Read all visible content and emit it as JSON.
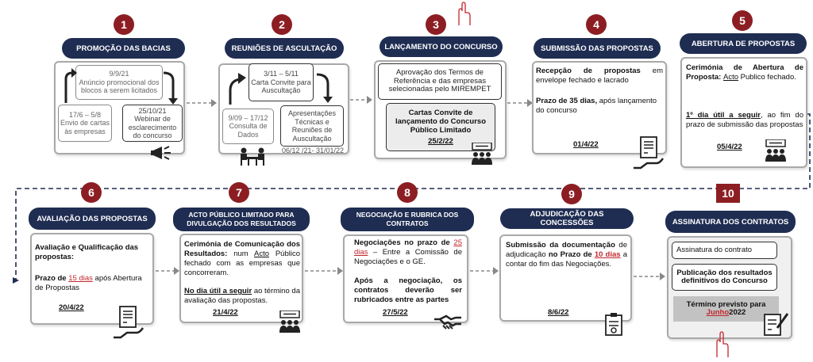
{
  "stages": [
    {
      "num": "1",
      "title": "PROMOÇÃO DAS BACIAS"
    },
    {
      "num": "2",
      "title": "REUNIÕES DE ASCULTAÇÃO"
    },
    {
      "num": "3",
      "title": "LANÇAMENTO DO CONCURSO"
    },
    {
      "num": "4",
      "title": "SUBMISSÃO DAS PROPOSTAS"
    },
    {
      "num": "5",
      "title": "ABERTURA DE PROPOSTAS"
    },
    {
      "num": "6",
      "title": "AVALIAÇÃO DAS PROPOSTAS"
    },
    {
      "num": "7",
      "title": "ACTO PÚBLICO LIMITADO PARA DIVULGAÇÃO DOS RESULTADOS"
    },
    {
      "num": "8",
      "title": "NEGOCIAÇÃO E RUBRICA DOS CONTRATOS"
    },
    {
      "num": "9",
      "title": "ADJUDICAÇÃO DAS CONCESSÕES"
    },
    {
      "num": "10",
      "title": "ASSINATURA DOS CONTRATOS"
    }
  ],
  "s1": {
    "box_top": "9/9/21\nAnúncio promocional dos blocos a serem licitados",
    "box_left": "17/6 – 5/8\nEnvio de cartas às empresas",
    "box_right": "25/10/21\nWebinar de esclarecimento do concurso"
  },
  "s2": {
    "box_top": "3/11 – 5/11\nCarta Convite para Auscultação",
    "box_left": "9/09 – 17/12\nConsulta de Dados",
    "box_right": "Apresentações Técnicas e Reuniões de Auscultação",
    "date_range": "06/12 /21- 31/01/22"
  },
  "s3": {
    "box_top": "Aprovação dos Termos de Referência e das empresas selecionadas pelo MIREMPET",
    "box_bottom": "Cartas Convite de lançamento do Concurso Público Limitado",
    "date": "25/2/22"
  },
  "s4": {
    "p1a": "Recepção de propostas",
    "p1b": " em envelope fechado e lacrado",
    "p2a": "Prazo de 35 dias,",
    "p2b": " após lançamento do concurso",
    "date": "01/4/22"
  },
  "s5": {
    "p1a": "Cerimónia de Abertura de Proposta: ",
    "p1red": "Acto",
    "p1b": " Publico fechado.",
    "p2a": "1º dia útil a seguir",
    "p2b": ", ao fim do prazo de submissão das propostas",
    "date": "05/4/22"
  },
  "s6": {
    "p1": "Avaliação e Qualificação das propostas:",
    "p2a": "Prazo de ",
    "p2red": "15 dias",
    "p2b": " após Abertura de Propostas",
    "date": "20/4/22"
  },
  "s7": {
    "p1a": "Cerimónia de Comunicação dos Resultados:",
    "p1b": " num ",
    "p1red": "Acto",
    "p1c": " Público fechado com as empresas que concorreram.",
    "p2a": "No dia útil a seguir",
    "p2b": " ao término da avaliação das propostas.",
    "date": "21/4/22"
  },
  "s8": {
    "p1a": "Negociações no prazo de ",
    "p1red": "25 dias",
    "p1b": " – Entre a Comissão de Negociações e o GE.",
    "p2": "Após a negociação, os contratos deverão ser rubricados entre as partes",
    "date": "27/5/22"
  },
  "s9": {
    "p1a": "Submissão da documentação",
    "p1b": " de adjudicação ",
    "p1c": "no Prazo de ",
    "p1red": "10 dias",
    "p1d": " a contar do fim das Negociações.",
    "date": "8/6/22"
  },
  "s10": {
    "box1": "Assinatura do contrato",
    "box2": "Publicação dos resultados definitivos do Concurso",
    "box3a": "Término previsto para ",
    "box3red": "Junho",
    "box3b": "2022"
  },
  "colors": {
    "navy": "#1f2d52",
    "red": "#8c1e23",
    "grey": "#a9a9a9"
  }
}
